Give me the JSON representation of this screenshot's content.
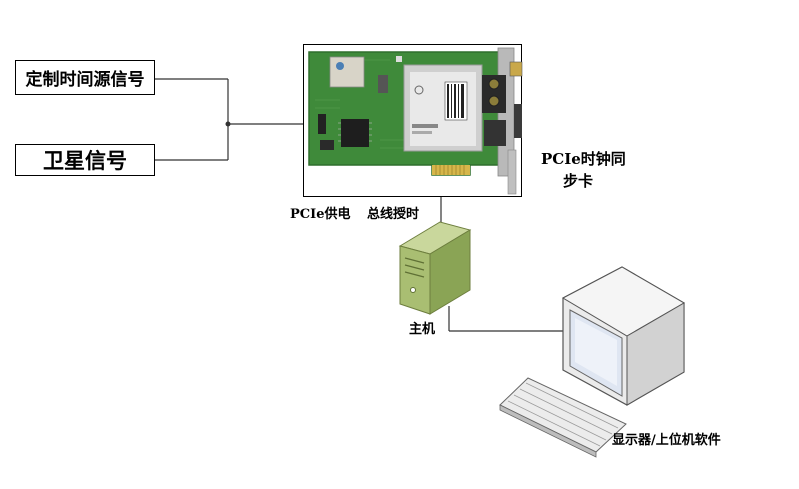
{
  "inputs": {
    "custom_time_source": "定制时间源信号",
    "satellite_signal": "卫星信号"
  },
  "card": {
    "name_line1": "PCIe时钟同",
    "name_line2": "步卡",
    "power_label": "PCIe供电",
    "timing_label": "总线授时"
  },
  "host": {
    "label": "主机"
  },
  "display": {
    "label": "显示器/上位机软件"
  },
  "colors": {
    "pcb_green": "#3f8a3a",
    "pcb_dark": "#2f6e2c",
    "case_green": "#9fb56a",
    "case_light": "#c9d79c",
    "monitor_gray": "#e6e6e6",
    "screen_blue": "#dfe6f2"
  }
}
